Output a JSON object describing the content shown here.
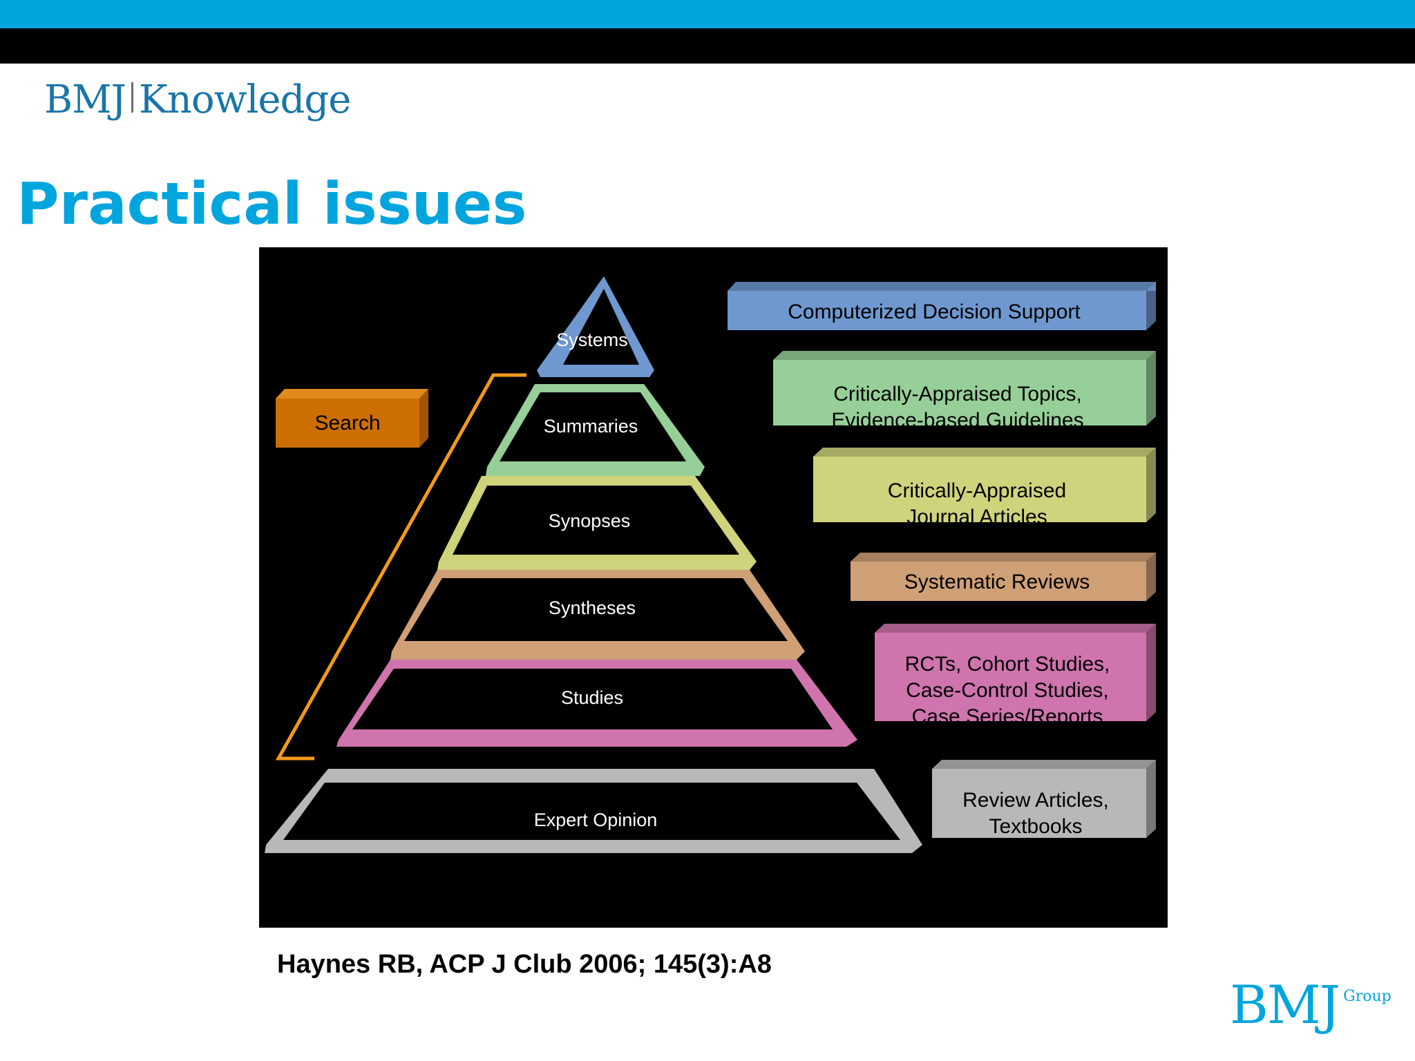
{
  "colors": {
    "brand_blue": "#00a5de",
    "black": "#000000",
    "logo_teal": "#1a75a8",
    "logo_gray": "#6b6b6b",
    "search_orange": "#cc6f00",
    "bracket_orange": "#f39a1a",
    "tier_blue": "#6e98cf",
    "tier_green": "#96cf98",
    "tier_yellow": "#cfd37b",
    "tier_tan": "#cf9f76",
    "tier_pink": "#cf74ad",
    "tier_gray": "#b8b8b8"
  },
  "header": {
    "logo_brand": "BMJ",
    "logo_product": "Knowledge"
  },
  "title": "Practical issues",
  "diagram": {
    "search_label": "Search",
    "tiers": [
      {
        "label": "Systems",
        "resource_lines": [
          "Computerized Decision Support"
        ]
      },
      {
        "label": "Summaries",
        "resource_lines": [
          "Critically-Appraised Topics,",
          "Evidence-based Guidelines"
        ]
      },
      {
        "label": "Synopses",
        "resource_lines": [
          "Critically-Appraised",
          "Journal Articles"
        ]
      },
      {
        "label": "Syntheses",
        "resource_lines": [
          "Systematic Reviews"
        ]
      },
      {
        "label": "Studies",
        "resource_lines": [
          "RCTs, Cohort Studies,",
          "Case-Control Studies,",
          "Case Series/Reports"
        ]
      },
      {
        "label": "Expert Opinion",
        "resource_lines": [
          "Review Articles,",
          "Textbooks"
        ]
      }
    ]
  },
  "citation": "Haynes RB, ACP J Club 2006; 145(3):A8",
  "footer": {
    "logo_brand": "BMJ",
    "logo_sub": "Group"
  }
}
